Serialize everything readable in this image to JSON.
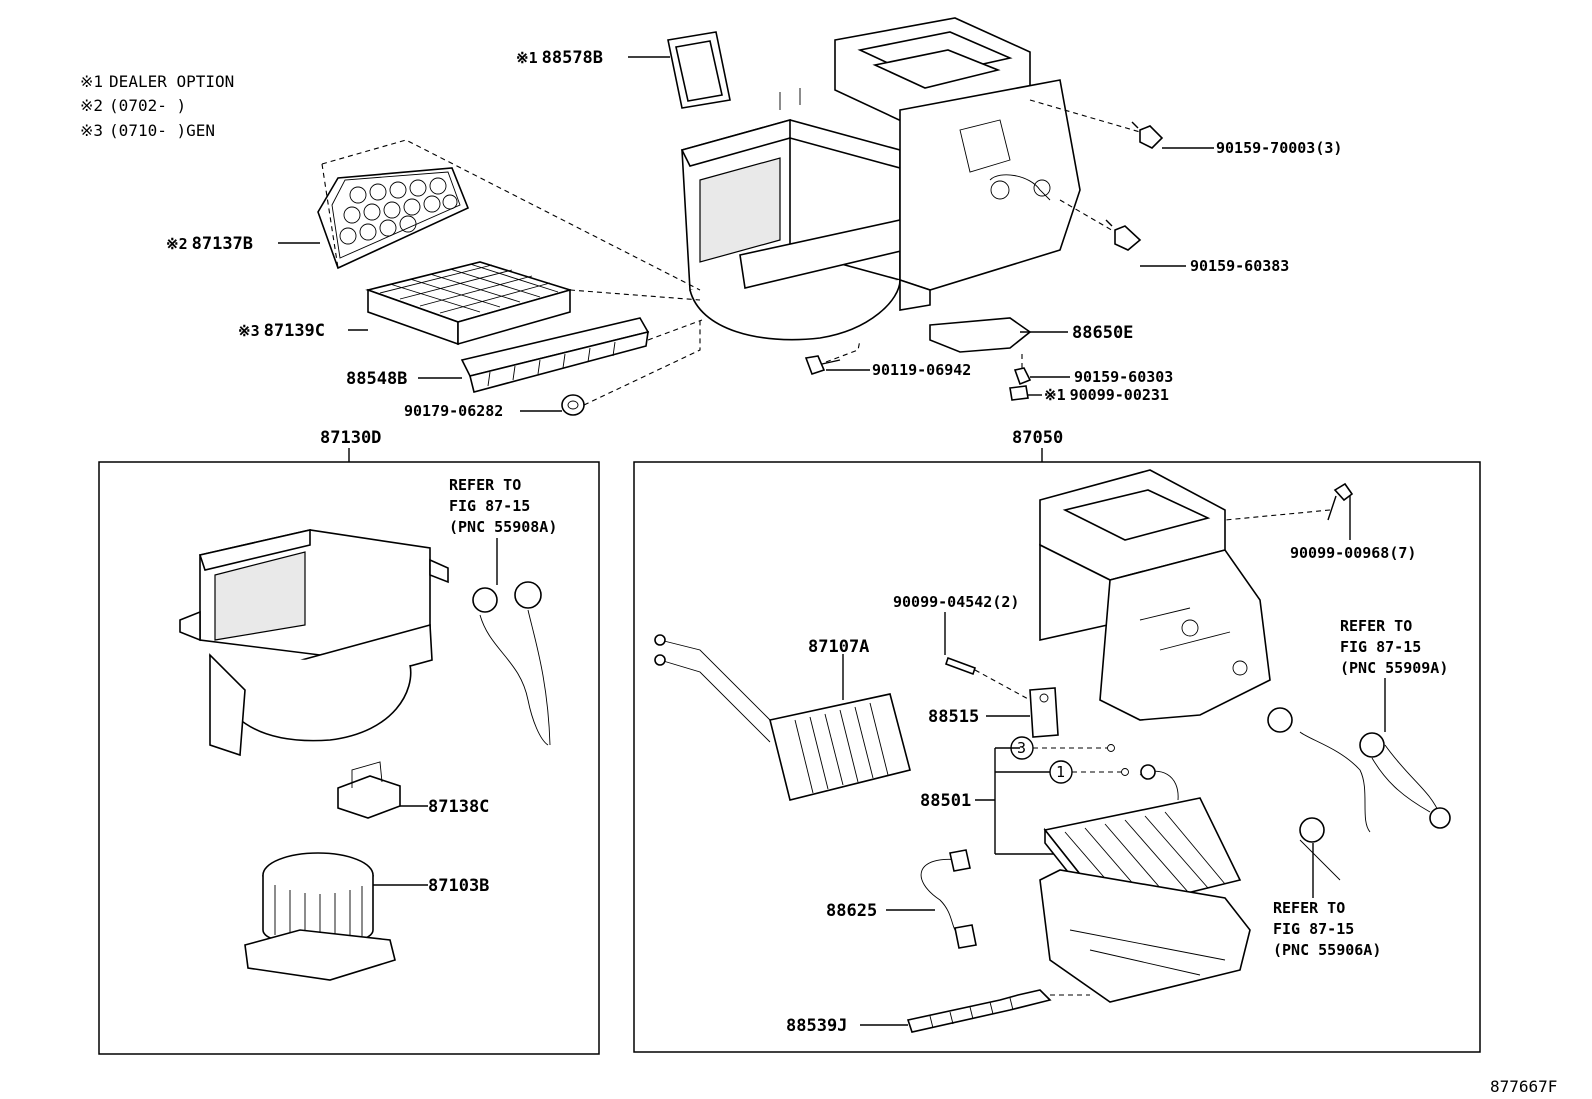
{
  "notes": [
    {
      "mark": "※1",
      "text": "DEALER OPTION"
    },
    {
      "mark": "※2",
      "text": "(0702-     )"
    },
    {
      "mark": "※3",
      "text": "(0710-     )GEN"
    }
  ],
  "parts": {
    "p88578B": {
      "mark": "※1",
      "code": "88578B"
    },
    "p87137B": {
      "mark": "※2",
      "code": "87137B"
    },
    "p87139C": {
      "mark": "※3",
      "code": "87139C"
    },
    "p88548B": {
      "code": "88548B"
    },
    "p90179_06282": {
      "code": "90179-06282"
    },
    "p90159_70003": {
      "code": "90159-70003(3)"
    },
    "p90159_60383": {
      "code": "90159-60383"
    },
    "p88650E": {
      "code": "88650E"
    },
    "p90119_06942": {
      "code": "90119-06942"
    },
    "p90159_60303": {
      "code": "90159-60303"
    },
    "p90099_00231": {
      "mark": "※1",
      "code": "90099-00231"
    },
    "p87130D": {
      "code": "87130D"
    },
    "p87050": {
      "code": "87050"
    },
    "p87138C": {
      "code": "87138C"
    },
    "p87103B": {
      "code": "87103B"
    },
    "p90099_00968": {
      "code": "90099-00968(7)"
    },
    "p90099_04542": {
      "code": "90099-04542(2)"
    },
    "p87107A": {
      "code": "87107A"
    },
    "p88515": {
      "code": "88515"
    },
    "p88501": {
      "code": "88501"
    },
    "p88625": {
      "code": "88625"
    },
    "p88539J": {
      "code": "88539J"
    }
  },
  "callouts": {
    "c3": "3",
    "c1": "1"
  },
  "refs": {
    "left": [
      "REFER TO",
      "FIG 87-15",
      "(PNC 55908A)"
    ],
    "right_top": [
      "REFER TO",
      "FIG 87-15",
      "(PNC 55909A)"
    ],
    "right_bottom": [
      "REFER TO",
      "FIG 87-15",
      "(PNC 55906A)"
    ]
  },
  "figure_id": "877667F"
}
